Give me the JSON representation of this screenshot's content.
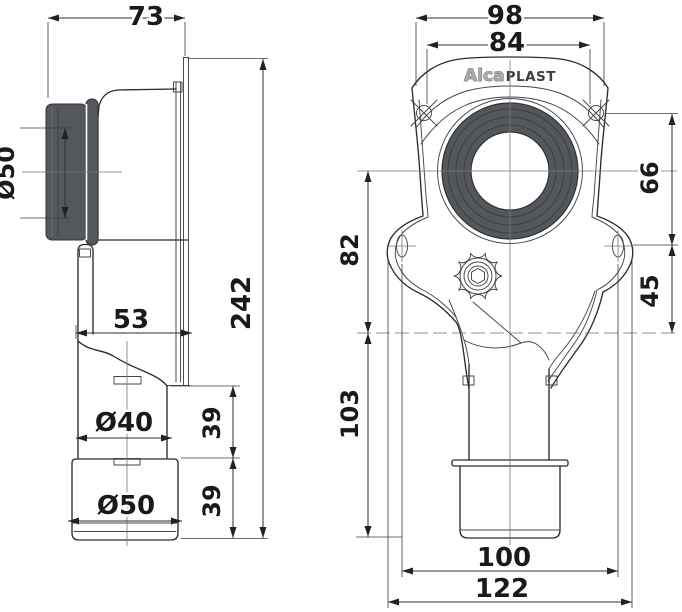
{
  "brand": {
    "alca": "Alca",
    "plast": "PLAST"
  },
  "side_view": {
    "dims": {
      "top_width": "73",
      "inlet_seal_diameter": "Ø50",
      "overall_height": "242",
      "mid_offset": "53",
      "outlet_pipe_diameter": "Ø40",
      "outlet_upper_length": "39",
      "outlet_lower_length": "39",
      "outlet_sleeve_diameter": "Ø50"
    }
  },
  "front_view": {
    "dims": {
      "flange_width": "98",
      "top_hole_spacing": "84",
      "top_to_side_hole": "66",
      "side_hole_to_axis": "45",
      "axis_to_flange_top": "82",
      "axis_to_outlet_end": "103",
      "bottom_hole_spacing": "100",
      "overall_width": "122"
    }
  },
  "colors": {
    "line": "#2c2c2c",
    "seal": "#54585c",
    "dim_text": "#1a1a1a"
  }
}
